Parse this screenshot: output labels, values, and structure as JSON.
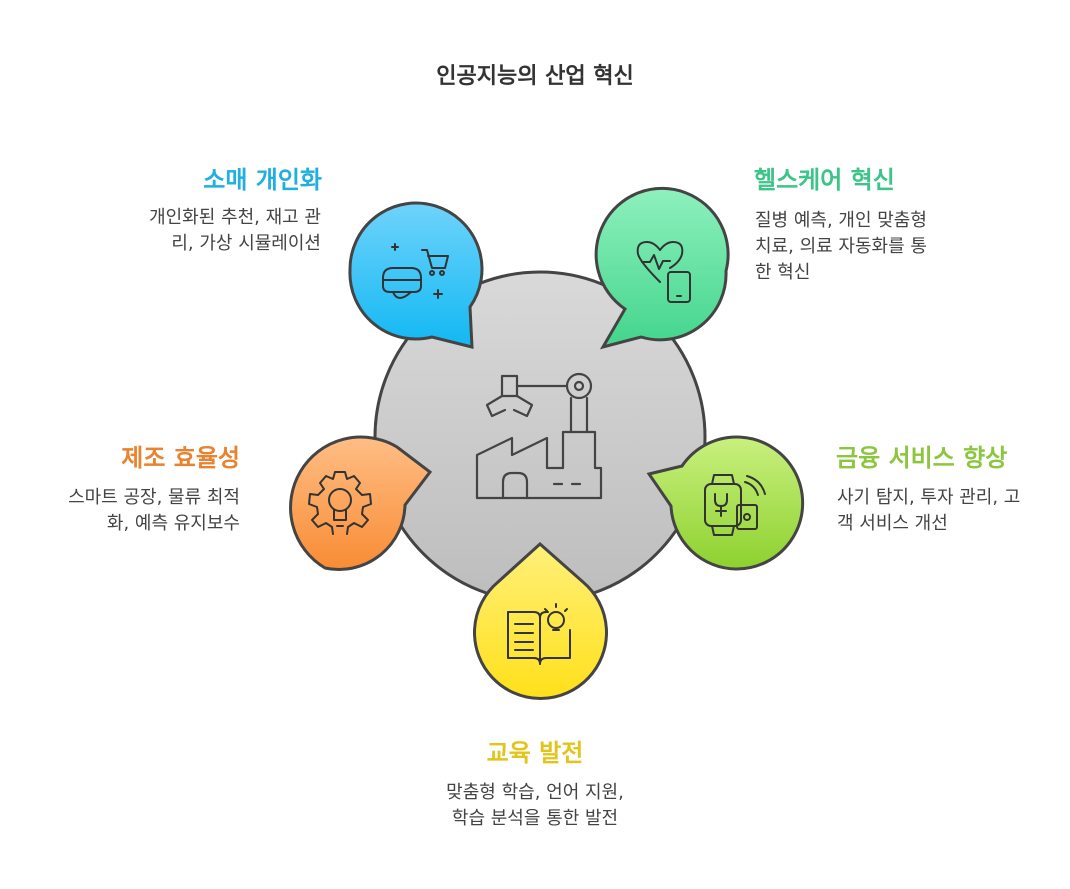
{
  "title": "인공지능의 산업 혁신",
  "nodes": {
    "retail": {
      "heading": "소매 개인화",
      "lines": [
        "개인화된 추천, 재고 관",
        "리, 가상 시뮬레이션"
      ],
      "color": "#1fb0e0",
      "icon": "vr-shopping-icon"
    },
    "healthcare": {
      "heading": "헬스케어 혁신",
      "lines": [
        "질병 예측, 개인 맞춤형",
        "치료, 의료 자동화를 통",
        "한 혁신"
      ],
      "color": "#3cc489",
      "icon": "heart-monitor-icon"
    },
    "manufacturing": {
      "heading": "제조 효율성",
      "lines": [
        "스마트 공장, 물류 최적",
        "화, 예측 유지보수"
      ],
      "color": "#e8832f",
      "icon": "gear-bulb-icon"
    },
    "finance": {
      "heading": "금융 서비스 향상",
      "lines": [
        "사기 탐지, 투자 관리, 고",
        "객 서비스 개선"
      ],
      "color": "#8cc63f",
      "icon": "smartwatch-payment-icon"
    },
    "education": {
      "heading": "교육 발전",
      "lines": [
        "맞춤형 학습, 언어 지원,",
        "학습 분석을 통한 발전"
      ],
      "color": "#e3c41a",
      "icon": "book-bulb-icon"
    }
  },
  "center": {
    "icon": "robot-arm-factory-icon"
  }
}
